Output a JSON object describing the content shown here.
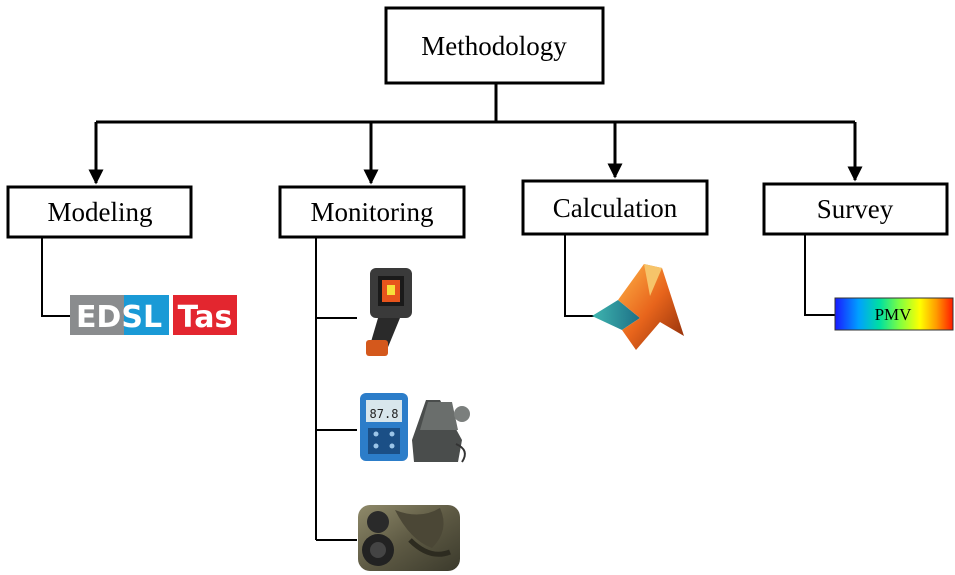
{
  "root": {
    "label": "Methodology"
  },
  "branches": [
    {
      "label": "Modeling"
    },
    {
      "label": "Monitoring"
    },
    {
      "label": "Calculation"
    },
    {
      "label": "Survey"
    }
  ],
  "modeling_logo": {
    "part1": "EDSL",
    "part2": "Tas",
    "color1": "#8a8c8e",
    "accent": "#1a9ad6",
    "color2": "#e3262f"
  },
  "survey_scale": {
    "label": "PMV"
  }
}
